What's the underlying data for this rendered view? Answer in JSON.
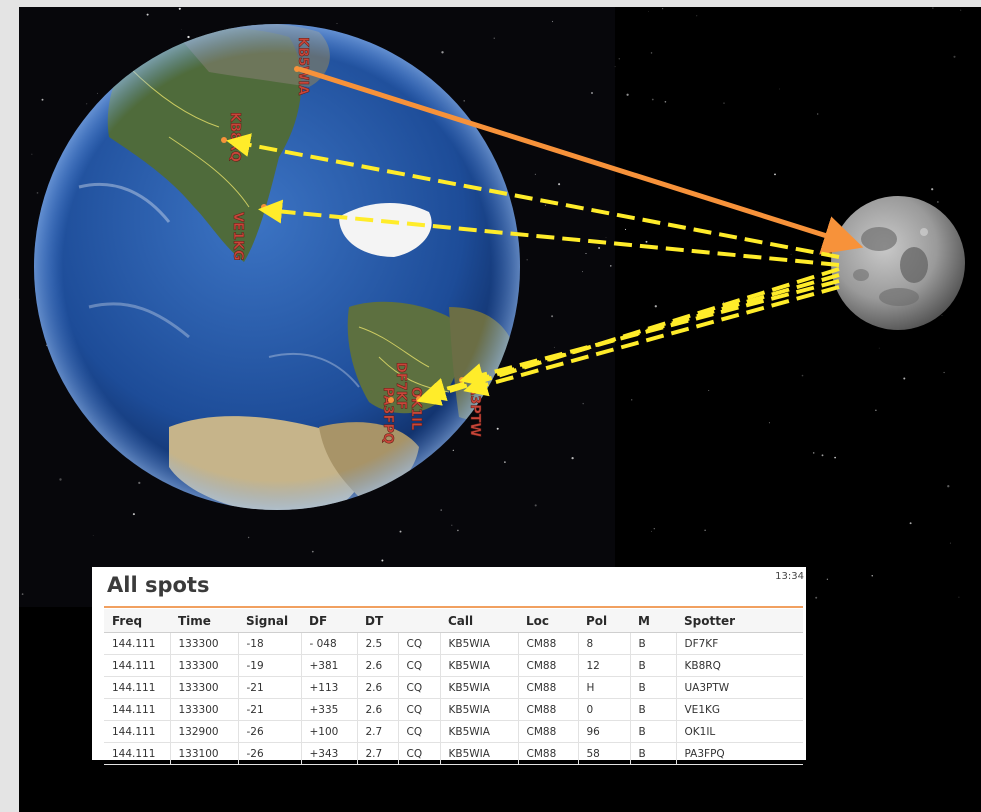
{
  "map": {
    "callsign_labels": [
      "KB5WIA",
      "KB8RQ",
      "VE1KG",
      "DF7KF",
      "OK1IL",
      "PA3FPQ",
      "UA3PTW"
    ],
    "colors": {
      "transmit_arrow": "#f7923a",
      "echo_arrows": "#ffec2a",
      "label_fill": "#c8463a",
      "ocean": "#1f4f9a",
      "land": "#4c6a3a",
      "moon": "#8c8c8c"
    }
  },
  "spots": {
    "title": "All spots",
    "clock": "13:34",
    "columns": [
      "Freq",
      "Time",
      "Signal",
      "DF",
      "DT",
      "",
      "Call",
      "Loc",
      "Pol",
      "M",
      "Spotter"
    ],
    "rows": [
      [
        "144.111",
        "133300",
        "-18",
        "- 048",
        "2.5",
        "CQ",
        "KB5WIA",
        "CM88",
        "8",
        "B",
        "DF7KF"
      ],
      [
        "144.111",
        "133300",
        "-19",
        "+381",
        "2.6",
        "CQ",
        "KB5WIA",
        "CM88",
        "12",
        "B",
        "KB8RQ"
      ],
      [
        "144.111",
        "133300",
        "-21",
        "+113",
        "2.6",
        "CQ",
        "KB5WIA",
        "CM88",
        "H",
        "B",
        "UA3PTW"
      ],
      [
        "144.111",
        "133300",
        "-21",
        "+335",
        "2.6",
        "CQ",
        "KB5WIA",
        "CM88",
        "0",
        "B",
        "VE1KG"
      ],
      [
        "144.111",
        "132900",
        "-26",
        "+100",
        "2.7",
        "CQ",
        "KB5WIA",
        "CM88",
        "96",
        "B",
        "OK1IL"
      ],
      [
        "144.111",
        "133100",
        "-26",
        "+343",
        "2.7",
        "CQ",
        "KB5WIA",
        "CM88",
        "58",
        "B",
        "PA3FPQ"
      ]
    ]
  }
}
